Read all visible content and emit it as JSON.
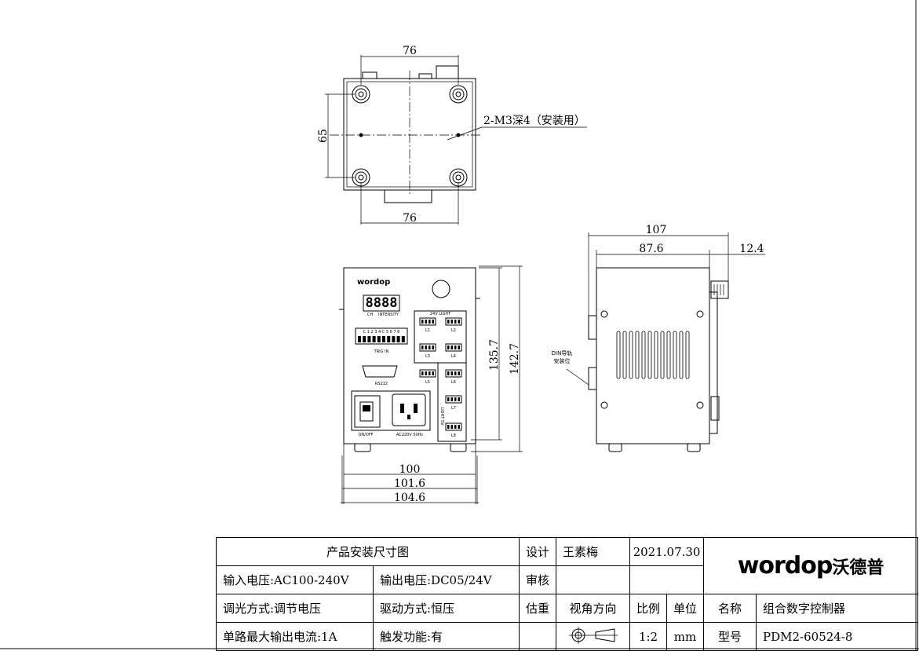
{
  "dims": {
    "top_width_upper": "76",
    "top_width_lower": "76",
    "top_height": "65",
    "mount_note": "2-M3深4（安装用）",
    "front_height_inner": "135.7",
    "front_height_outer": "142.7",
    "front_width_1": "100",
    "front_width_2": "101.6",
    "front_width_3": "104.6",
    "side_depth_total": "107",
    "side_depth_body": "87.6",
    "side_connector": "12.4",
    "din_note_line1": "DIN导轨",
    "din_note_line2": "安装位"
  },
  "panel": {
    "logo": "wordop",
    "display_digits": "8888",
    "display_label_ch": "CH",
    "display_label_int": "INTENSITY",
    "trig_in_label": "TRIG IN",
    "trig_numbers": "C 1 2 3 4 C 5 6 7 8",
    "rs232_label": "RS232",
    "onoff_label": "ON/OFF",
    "ac_label": "AC220V 50Hz",
    "light_header": "24V  LIGHT",
    "light_side_label": "LIGHT 5V",
    "ports": [
      "L1",
      "L2",
      "L3",
      "L4",
      "L5",
      "L6",
      "L7",
      "L8"
    ]
  },
  "title_block": {
    "drawing_title": "产品安装尺寸图",
    "design_label": "设计",
    "designer": "王素梅",
    "date": "2021.07.30",
    "review_label": "审核",
    "weight_label": "估重",
    "view_label": "视角方向",
    "scale_label": "比例",
    "unit_label": "单位",
    "name_label": "名称",
    "name_value": "组合数字控制器",
    "model_label": "型号",
    "model_value": "PDM2-60524-8",
    "scale_value": "1:2",
    "unit_value": "mm",
    "input_voltage": "输入电压:AC100-240V",
    "output_voltage": "输出电压:DC05/24V",
    "dimming": "调光方式:调节电压",
    "drive": "驱动方式:恒压",
    "max_current": "单路最大输出电流:1A",
    "trigger": "触发功能:有",
    "logo_text": "wordop",
    "logo_cn": "沃德普"
  }
}
